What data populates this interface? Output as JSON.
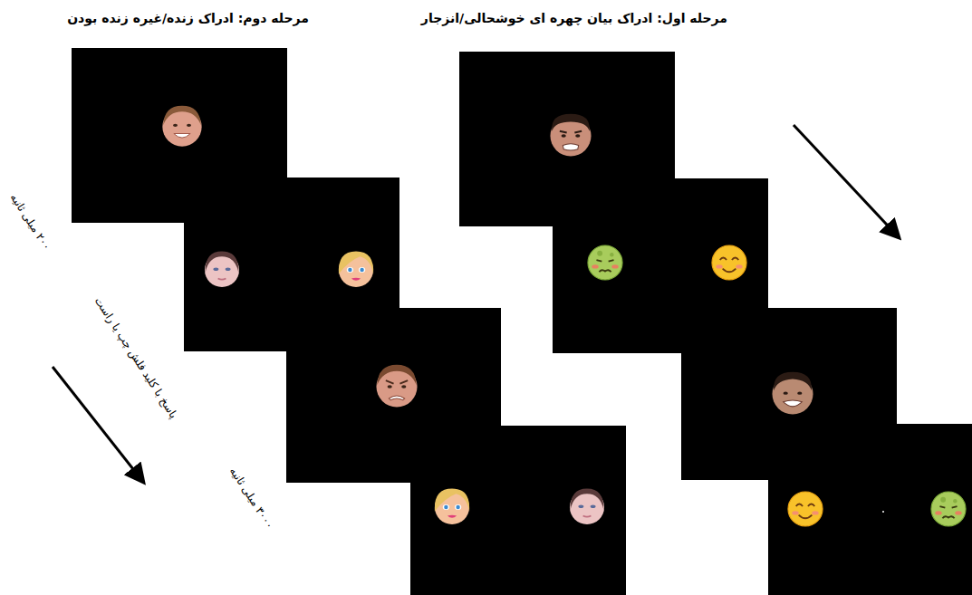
{
  "diagram": {
    "labels": [
      "مرحله اول: ادراک بیان چهره ای خوشحالی/انزجار",
      "مرحله دوم: ادراک زنده/غیره زنده بودن",
      "۲۰۰ میلی ثانیه",
      "پاسخ با کلید فلش چپ یا راست",
      "۳۰۰۰ میلی ثانیه"
    ]
  }
}
